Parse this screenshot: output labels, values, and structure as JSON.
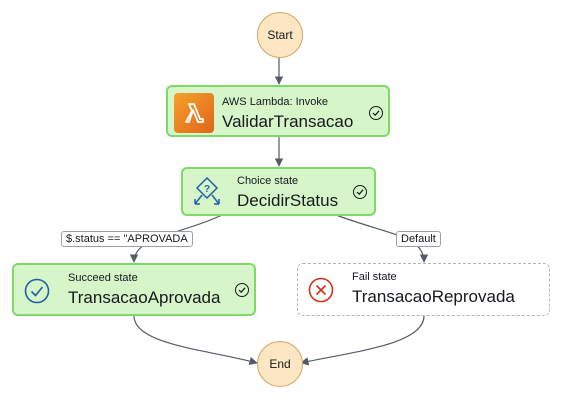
{
  "start": {
    "label": "Start"
  },
  "end": {
    "label": "End"
  },
  "states": {
    "validar": {
      "type": "AWS Lambda: Invoke",
      "name": "ValidarTransacao"
    },
    "decidir": {
      "type": "Choice state",
      "name": "DecidirStatus"
    },
    "aprovada": {
      "type": "Succeed state",
      "name": "TransacaoAprovada"
    },
    "reprovada": {
      "type": "Fail state",
      "name": "TransacaoReprovada"
    }
  },
  "edges": {
    "choice_rule": "$.status == \"APROVADA",
    "default": "Default"
  },
  "colors": {
    "state_fill": "#d6f5c8",
    "state_border": "#7fd96a",
    "terminal_fill": "#fde6c4",
    "lambda_orange": "#e8761f",
    "choice_blue": "#1f5fa8",
    "fail_red": "#d13212"
  },
  "icons": {
    "validar": "aws-lambda-icon",
    "decidir": "choice-state-icon",
    "aprovada": "succeed-state-icon",
    "reprovada": "fail-state-icon",
    "checkmark": "checkmark-circle-icon"
  }
}
